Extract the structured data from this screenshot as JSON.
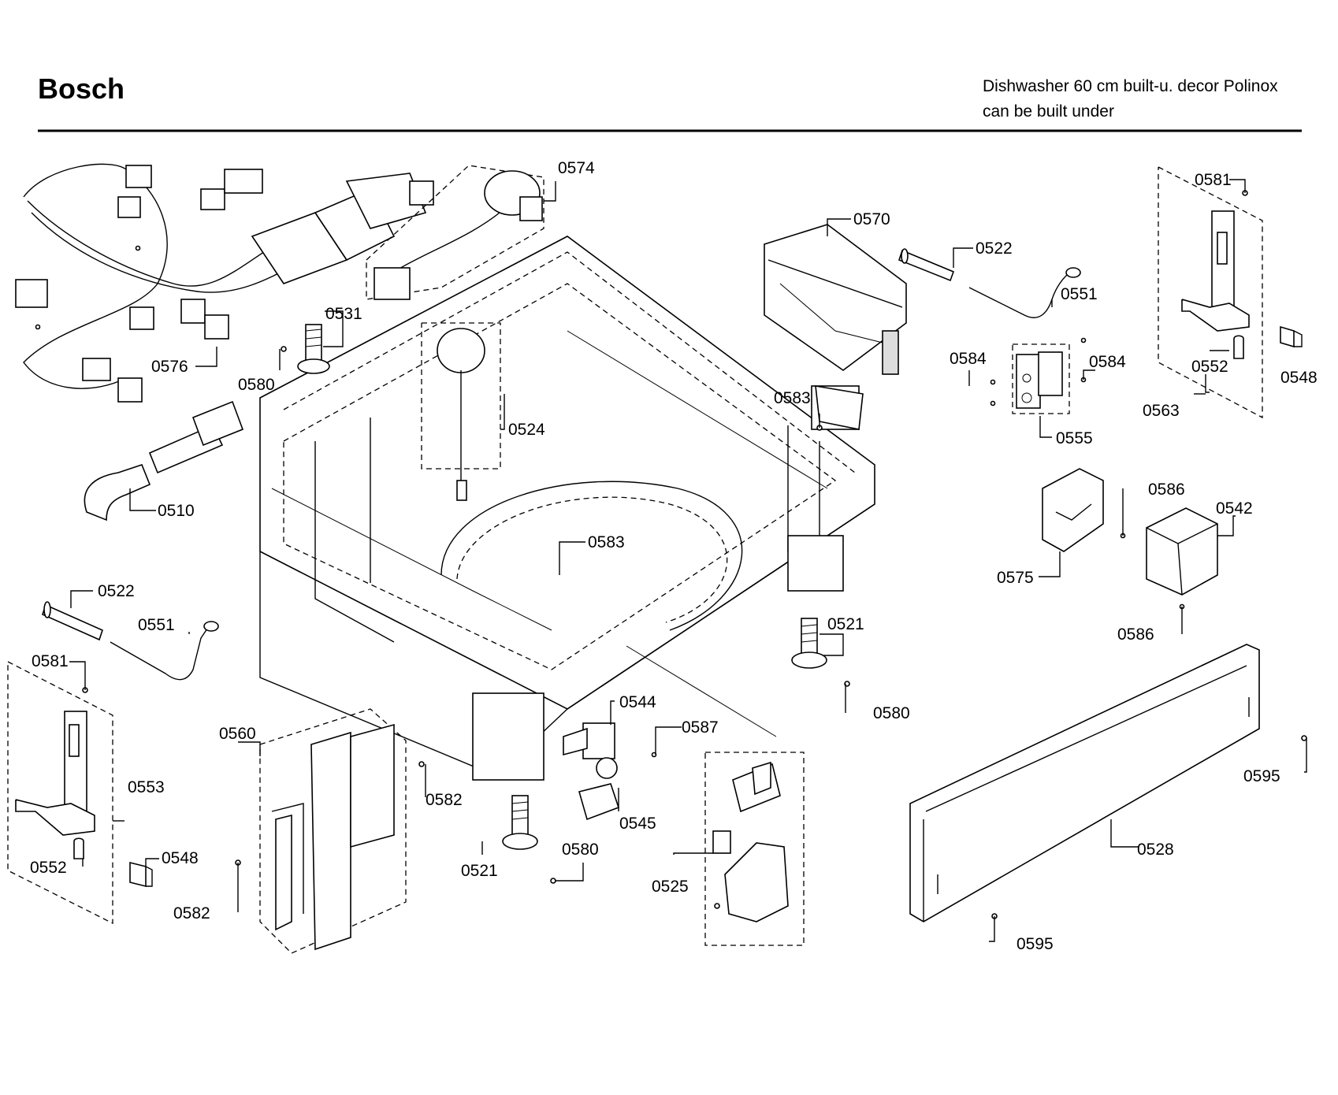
{
  "header": {
    "brand": "Bosch",
    "description_line1": "Dishwasher 60 cm built-u. decor Polinox",
    "description_line2": "can be built under"
  },
  "part_labels": [
    "0574",
    "0576",
    "0531",
    "0580",
    "0524",
    "0510",
    "0570",
    "0522",
    "0551",
    "0584",
    "0584",
    "0555",
    "0583",
    "0581",
    "0552",
    "0548",
    "0563",
    "0586",
    "0542",
    "0575",
    "0586",
    "0522",
    "0551",
    "0581",
    "0553",
    "0552",
    "0548",
    "0583",
    "0521",
    "0580",
    "0544",
    "0587",
    "0560",
    "0582",
    "0582",
    "0545",
    "0521",
    "0580",
    "0525",
    "0595",
    "0528",
    "0595"
  ]
}
